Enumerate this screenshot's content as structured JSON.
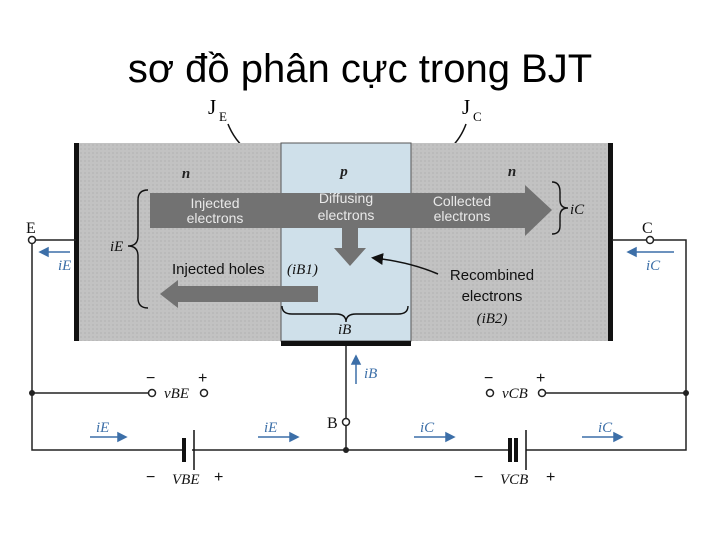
{
  "title": "sơ đồ phân cực trong BJT",
  "junctions": {
    "emitter": {
      "main": "J",
      "sub": "E"
    },
    "collector": {
      "main": "J",
      "sub": "C"
    }
  },
  "regions": {
    "left": "n",
    "middle": "p",
    "right": "n"
  },
  "arrows": {
    "injected_electrons": [
      "Injected",
      "electrons"
    ],
    "diffusing_electrons": [
      "Diffusing",
      "electrons"
    ],
    "collected_electrons": [
      "Collected",
      "electrons"
    ]
  },
  "labels": {
    "injected_holes": "Injected holes",
    "ib1": "(iB1)",
    "recombined": [
      "Recombined",
      "electrons",
      "(iB2)"
    ],
    "ib": "iB",
    "ie_brace": "iE",
    "ic_brace": "iC"
  },
  "nodes": {
    "emitter": "E",
    "collector": "C",
    "base": "B"
  },
  "currents": {
    "ie_left": "iE",
    "ic_right": "iC",
    "ib_vertical": "iB",
    "ie_bottom_left": "iE",
    "ie_bottom_mid": "iE",
    "ic_bottom_mid": "iC",
    "ic_bottom_right": "iC"
  },
  "voltages": {
    "vbe": "vBE",
    "vcb": "vCB",
    "VBE": "VBE",
    "VCB": "VCB"
  },
  "signs": {
    "minus": "−",
    "plus": "+"
  },
  "colors": {
    "device_fill": "#bcbcbc",
    "base_fill": "#cfe0ea",
    "arrow_fill": "#6f6f6f",
    "current_arrow": "#3c6fa8"
  }
}
